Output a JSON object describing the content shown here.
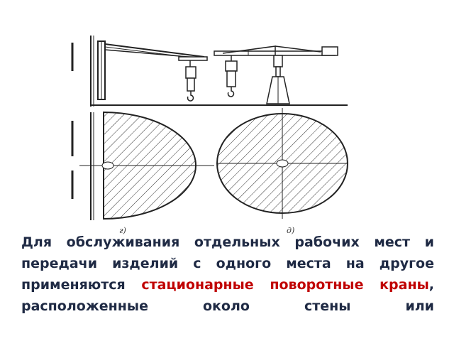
{
  "figure": {
    "label_left": "г)",
    "label_right": "д)"
  },
  "caption": {
    "part1": "Для обслуживания отдельных рабочих мест и передачи изделий с одного места на другое применяются",
    "highlight": "стационарные поворотные краны",
    "part2": ", расположенные около стены или"
  },
  "colors": {
    "text": "#1f2a44",
    "highlight": "#c00000",
    "drawing": "#222222"
  }
}
